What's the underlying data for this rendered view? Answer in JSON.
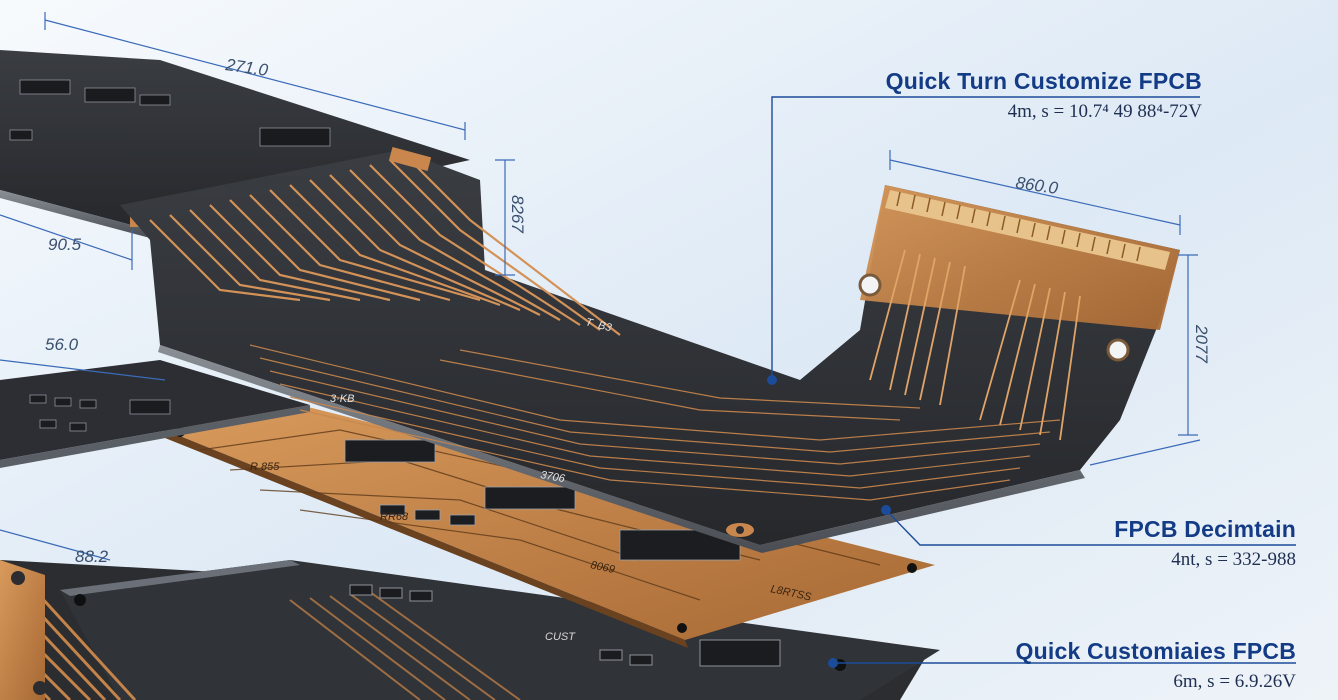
{
  "callouts": [
    {
      "title": "Quick Turn Customize FPCB",
      "spec": "4m, s = 10.7⁴ 49 88⁴-72V"
    },
    {
      "title": "FPCB Decimtain",
      "spec": "4nt, s = 332-988"
    },
    {
      "title": "Quick Customiaies FPCB",
      "spec": "6m, s = 6.9.26V"
    }
  ],
  "dimensions": {
    "top_length": "271.0",
    "top_height": "8267",
    "left_offset": "90.5",
    "lower_left": "56.0",
    "right_width": "860.0",
    "right_height": "2077",
    "bottom_left": "88.2"
  },
  "board_labels": {
    "top_mark": "T B3",
    "bottom_mark": "3·KB",
    "center_mark": "3706",
    "copper_left": "R 855",
    "copper_mark": "RR68",
    "copper_mid": "8069",
    "copper_right": "L8RTSS",
    "lower_mark": "CUST"
  },
  "colors": {
    "background": "#e8f0f8",
    "board": "#2a2c30",
    "copper": "#c9874d",
    "leader": "#1b4c9a"
  }
}
